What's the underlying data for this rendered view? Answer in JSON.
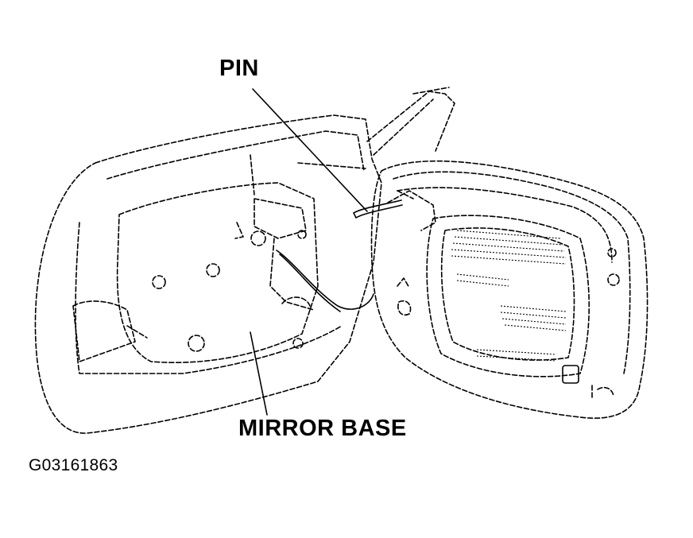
{
  "labels": {
    "pin": "PIN",
    "mirror_base": "MIRROR BASE"
  },
  "figure_id": "G03161863",
  "colors": {
    "line": "#000000",
    "background": "#ffffff"
  }
}
